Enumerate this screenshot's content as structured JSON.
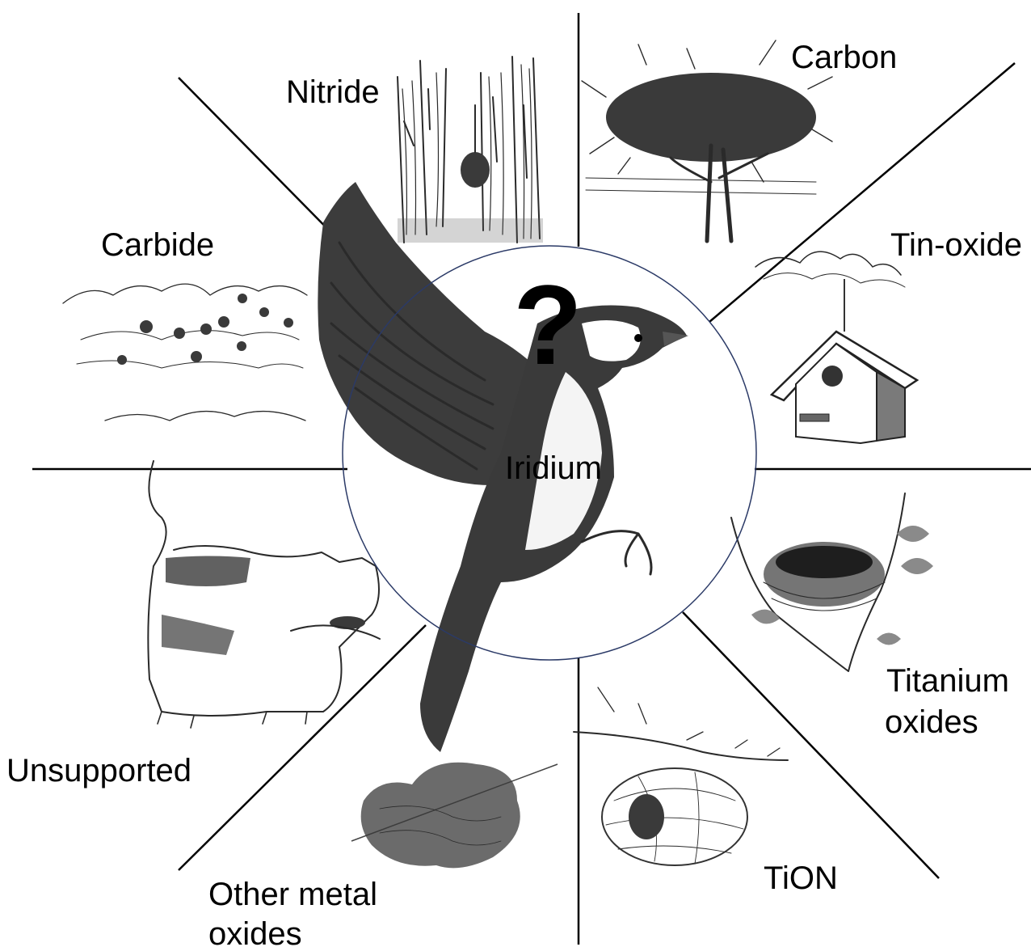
{
  "center": {
    "label": "Iridium",
    "symbol": "?"
  },
  "segments": [
    {
      "label": "Nitride"
    },
    {
      "label": "Carbon"
    },
    {
      "label": "Tin-oxide"
    },
    {
      "label": "Carbide"
    },
    {
      "label": "Titanium"
    },
    {
      "label": "oxides"
    },
    {
      "label": "TiON"
    },
    {
      "label": "Unsupported"
    },
    {
      "label": "Other metal"
    },
    {
      "label": "oxides"
    }
  ],
  "icons": [
    "tree-trunk-hole-icon",
    "stick-nest-icon",
    "birdhouse-icon",
    "meadow-burrows-icon",
    "cup-nest-icon",
    "woven-nest-icon",
    "cat-with-bird-icon",
    "hanging-nest-icon",
    "flying-bird-icon"
  ],
  "colors": {
    "circle_stroke": "#2b3a67",
    "line": "#000000"
  }
}
